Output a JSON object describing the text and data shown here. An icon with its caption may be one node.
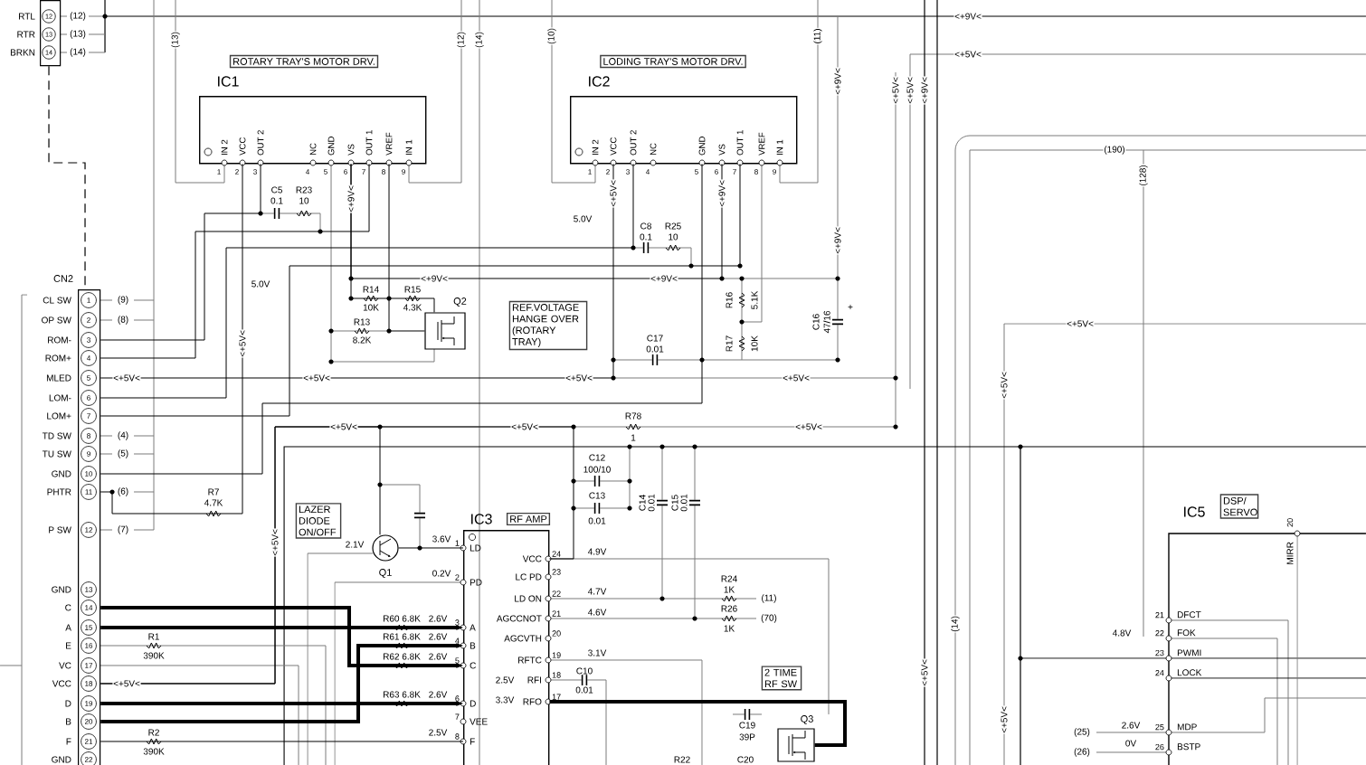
{
  "diagram": {
    "nodes": [
      {
        "text": [
          "12",
          "13",
          "14"
        ],
        "beside": [
          "RTL",
          "RTR",
          "BRKN"
        ]
      },
      {
        "text": [
          "CN2",
          "1",
          "2",
          "3",
          "4",
          "5",
          "6",
          "7",
          "8",
          "9",
          "10",
          "11",
          "12",
          "13",
          "14",
          "15",
          "16",
          "17",
          "18",
          "19",
          "20",
          "21",
          "22"
        ],
        "beside": [
          "CL SW",
          "OP SW",
          "ROM-",
          "ROM+",
          "MLED",
          "LOM-",
          "LOM+",
          "TD SW",
          "TU SW",
          "GND",
          "PHTR",
          "P SW",
          "GND",
          "C",
          "A",
          "E",
          "VC",
          "VCC",
          "D",
          "B",
          "F",
          "GND"
        ]
      },
      {
        "text": [
          "ROTARY TRAY'S MOTOR DRV."
        ]
      },
      {
        "text": [
          "IC1",
          "IN 2",
          "VCC",
          "OUT 2",
          "NC",
          "GND",
          "VS",
          "OUT 1",
          "VREF",
          "IN 1"
        ],
        "beside": [
          "1",
          "2",
          "3",
          "4",
          "5",
          "6",
          "7",
          "8",
          "9"
        ]
      },
      {
        "text": [
          "LODING TRAY'S MOTOR DRV."
        ]
      },
      {
        "text": [
          "IC2",
          "IN 2",
          "VCC",
          "OUT 2",
          "NC",
          "GND",
          "VS",
          "OUT 1",
          "VREF",
          "IN 1"
        ],
        "beside": [
          "1",
          "2",
          "3",
          "4",
          "5",
          "6",
          "7",
          "8",
          "9"
        ]
      },
      {
        "text": [],
        "shape": "box",
        "beside": [
          "Q2"
        ]
      },
      {
        "text": [
          "REF.VOLTAGE HANGE OVER (ROTARY TRAY)"
        ]
      },
      {
        "text": [
          "LAZER DIODE ON/OFF"
        ]
      },
      {
        "text": [],
        "shape": "circle",
        "beside": [
          "Q1"
        ]
      },
      {
        "text": [
          "IC3",
          "LD",
          "PD",
          "A",
          "B",
          "C",
          "D",
          "VEE",
          "F",
          "VCC",
          "LC PD",
          "LD ON",
          "AGCCNOT",
          "AGCVTH",
          "RFTC",
          "RFI",
          "RFO"
        ],
        "beside": [
          "1",
          "2",
          "3",
          "4",
          "5",
          "6",
          "7",
          "8",
          "24",
          "23",
          "22",
          "21",
          "20",
          "19",
          "18",
          "17"
        ]
      },
      {
        "text": [
          "RF AMP"
        ]
      },
      {
        "text": [
          "2 TIME RF SW"
        ]
      },
      {
        "text": [],
        "shape": "box",
        "beside": [
          "Q3"
        ]
      },
      {
        "text": [
          "IC5",
          "DFCT",
          "FOK",
          "PWMI",
          "LOCK",
          "MDP",
          "BSTP",
          "MIRR",
          "20"
        ],
        "beside": [
          "21",
          "22",
          "23",
          "24",
          "25",
          "26"
        ]
      },
      {
        "text": [
          "DSP/ SERVO"
        ]
      }
    ],
    "edges": [
      {
        "from": 1,
        "to": 3,
        "arrow": "none"
      },
      {
        "from": 1,
        "to": 3,
        "arrow": "none"
      },
      {
        "from": 1,
        "to": 5,
        "arrow": "none"
      },
      {
        "from": 1,
        "to": 5,
        "arrow": "none"
      },
      {
        "from": 1,
        "to": 10,
        "arrow": "to",
        "style": "thick"
      },
      {
        "from": 1,
        "to": 10,
        "arrow": "to",
        "style": "thick"
      },
      {
        "from": 1,
        "to": 10,
        "arrow": "to",
        "style": "thick"
      },
      {
        "from": 1,
        "to": 10,
        "arrow": "to",
        "style": "thick"
      },
      {
        "from": 1,
        "to": 10,
        "arrow": "none"
      },
      {
        "from": 9,
        "to": 10,
        "arrow": "none"
      },
      {
        "from": 3,
        "to": 6,
        "arrow": "none"
      },
      {
        "from": 10,
        "to": 13,
        "arrow": "none",
        "style": "thick"
      },
      {
        "from": 0,
        "to": 1,
        "arrow": "none",
        "style": "dashed"
      },
      {
        "from": 1,
        "to": 5,
        "arrow": "none"
      },
      {
        "from": 1,
        "to": 5,
        "arrow": "none"
      },
      {
        "from": 1,
        "to": 3,
        "arrow": "none"
      },
      {
        "from": 1,
        "to": 9,
        "arrow": "none"
      },
      {
        "from": 3,
        "to": 5,
        "arrow": "none"
      },
      {
        "from": 1,
        "to": 10,
        "arrow": "none"
      },
      {
        "from": 3,
        "to": 6,
        "arrow": "none"
      }
    ],
    "labels": [
      "(12)",
      "(13)",
      "(14)",
      "(13)",
      "(12)",
      "(14)",
      "(10)",
      "(11)",
      "<+9V<",
      "<+5V<",
      "<+9V<",
      "<+5V<",
      "<+5V<",
      "<+9V<",
      "(190)",
      "(128)",
      "C5",
      "0.1",
      "R23",
      "10",
      "<+9V<",
      "<+5V<",
      "5.0V",
      "<+9V<",
      "R14",
      "10K",
      "R15",
      "4.3K",
      "R13",
      "8.2K",
      "<+5V<",
      "5.0V",
      "C8",
      "0.1",
      "R25",
      "10",
      "<+9V<",
      "<+9V<",
      "<+9V<",
      "R16",
      "5.1K",
      "R17",
      "10K",
      "C16",
      "47/16",
      "+",
      "C17",
      "0.01",
      "<+5V<",
      "<+5V<",
      "<+5V<",
      "<+5V<",
      "<+5V<",
      "<+5V<",
      "(9)",
      "(8)",
      "(4)",
      "(5)",
      "(6)",
      "(7)",
      "<+5V<",
      "R7",
      "4.7K",
      "<+5V<",
      "<+5V<",
      "<+5V<",
      "R78",
      "1",
      "<+5V<",
      "C12",
      "100/10",
      "C13",
      "0.01",
      "C14",
      "0.01",
      "C15",
      "0.01",
      "3.6V",
      "2.1V",
      "0.2V",
      "R60 6.8K",
      "2.6V",
      "R61 6.8K",
      "2.6V",
      "R62 6.8K",
      "2.6V",
      "R63 6.8K",
      "2.6V",
      "2.5V",
      "R1",
      "390K",
      "R2",
      "390K",
      "4.9V",
      "4.7V",
      "4.6V",
      "3.1V",
      "2.5V",
      "3.3V",
      "C10",
      "0.01",
      "R24",
      "1K",
      "R26",
      "1K",
      "(11)",
      "(70)",
      "C19",
      "39P",
      "R22",
      "C20",
      "(14)",
      "<+5V<",
      "<+5V<",
      "4.8V",
      "2.6V",
      "0V",
      "(25)",
      "(26)"
    ]
  }
}
